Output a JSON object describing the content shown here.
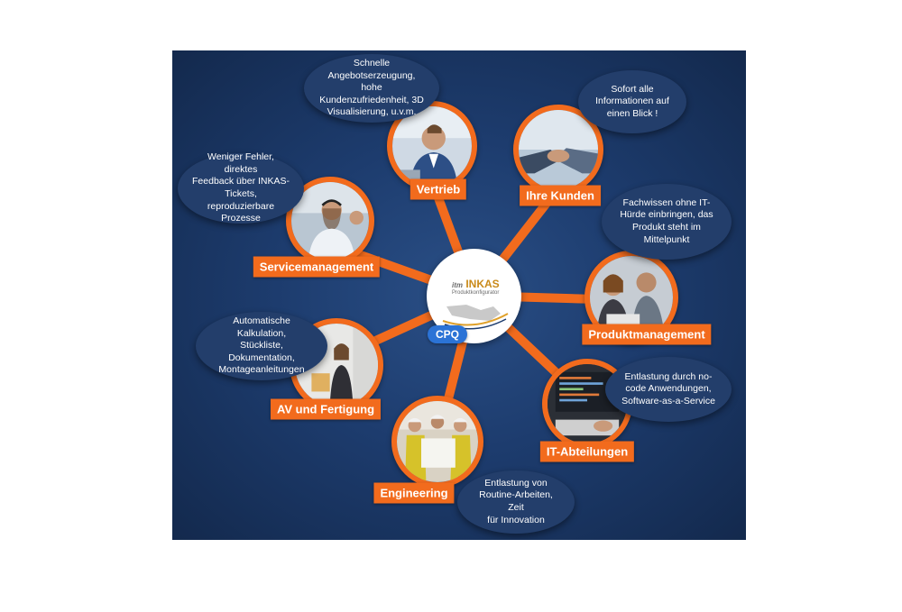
{
  "hub": {
    "logo_prefix": "itm",
    "logo_name": "INKAS",
    "logo_subtitle": "Produktkonfigurator",
    "badge": "CPQ"
  },
  "nodes": [
    {
      "label": "Vertrieb",
      "bubble": "Schnelle\nAngebotserzeugung, hohe\nKundenzufriedenheit, 3D\nVisualisierung, u.v.m."
    },
    {
      "label": "Ihre Kunden",
      "bubble": "Sofort alle\nInformationen auf\neinen Blick !"
    },
    {
      "label": "Produktmanagement",
      "bubble": "Fachwissen ohne IT-\nHürde einbringen, das\nProdukt steht im\nMittelpunkt"
    },
    {
      "label": "IT-Abteilungen",
      "bubble": "Entlastung durch no-\ncode Anwendungen,\nSoftware-as-a-Service"
    },
    {
      "label": "Engineering",
      "bubble": "Entlastung von\nRoutine-Arbeiten, Zeit\nfür Innovation"
    },
    {
      "label": "AV und Fertigung",
      "bubble": "Automatische Kalkulation,\nStückliste, Dokumentation,\nMontageanleitungen"
    },
    {
      "label": "Servicemanagement",
      "bubble": "Weniger Fehler, direktes\nFeedback über INKAS-\nTickets, reproduzierbare\nProzesse"
    }
  ],
  "colors": {
    "accent": "#f26b1d",
    "background": "#1d3c6e",
    "bubble": "#233e6b",
    "badge": "#2b73d6"
  }
}
